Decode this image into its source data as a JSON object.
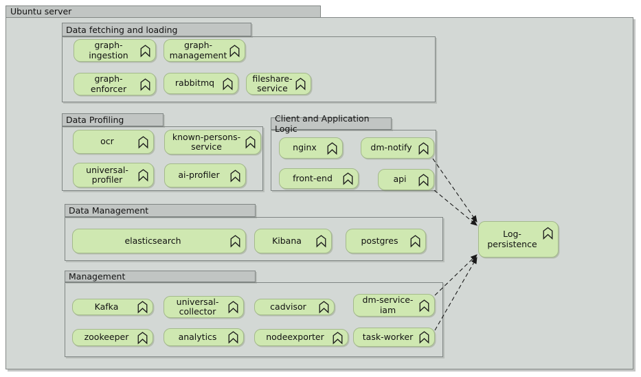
{
  "frame": {
    "title": "Ubuntu server"
  },
  "packages": [
    {
      "title": "Data fetching and loading",
      "nodes": [
        {
          "label": "graph-\ningestion"
        },
        {
          "label": "graph-\nmanagement"
        },
        {
          "label": "graph-\nenforcer"
        },
        {
          "label": "rabbitmq"
        },
        {
          "label": "fileshare-\nservice"
        }
      ]
    },
    {
      "title": "Data Profiling",
      "nodes": [
        {
          "label": "ocr"
        },
        {
          "label": "known-persons-\nservice"
        },
        {
          "label": "universal-\nprofiler"
        },
        {
          "label": "ai-profiler"
        }
      ]
    },
    {
      "title": "Client and Application Logic",
      "nodes": [
        {
          "label": "nginx"
        },
        {
          "label": "dm-notify"
        },
        {
          "label": "front-end"
        },
        {
          "label": "api"
        }
      ]
    },
    {
      "title": "Data Management",
      "nodes": [
        {
          "label": "elasticsearch"
        },
        {
          "label": "Kibana"
        },
        {
          "label": "postgres"
        }
      ]
    },
    {
      "title": "Management",
      "nodes": [
        {
          "label": "Kafka"
        },
        {
          "label": "universal-\ncollector"
        },
        {
          "label": "cadvisor"
        },
        {
          "label": "dm-service-\niam"
        },
        {
          "label": "zookeeper"
        },
        {
          "label": "analytics"
        },
        {
          "label": "nodeexporter"
        },
        {
          "label": "task-worker"
        }
      ]
    }
  ],
  "standalone_nodes": [
    {
      "label": "Log-\npersistence"
    }
  ],
  "edges": [
    {
      "from": "dm-notify",
      "to": "Log-persistence",
      "line": "dashed",
      "arrow": "filled"
    },
    {
      "from": "api",
      "to": "Log-persistence",
      "line": "dashed",
      "arrow": "filled"
    },
    {
      "from": "dm-service-iam",
      "to": "Log-persistence",
      "line": "dashed",
      "arrow": "filled"
    },
    {
      "from": "task-worker",
      "to": "Log-persistence",
      "line": "dashed",
      "arrow": "filled"
    }
  ],
  "colors": {
    "node_fill": "#cfe8b1",
    "node_border": "#a3b98b",
    "frame_fill": "#d3d8d5",
    "tab_fill": "#c1c5c3",
    "border": "#7f8583",
    "arrow": "#1a1a1a",
    "text": "#101010"
  }
}
